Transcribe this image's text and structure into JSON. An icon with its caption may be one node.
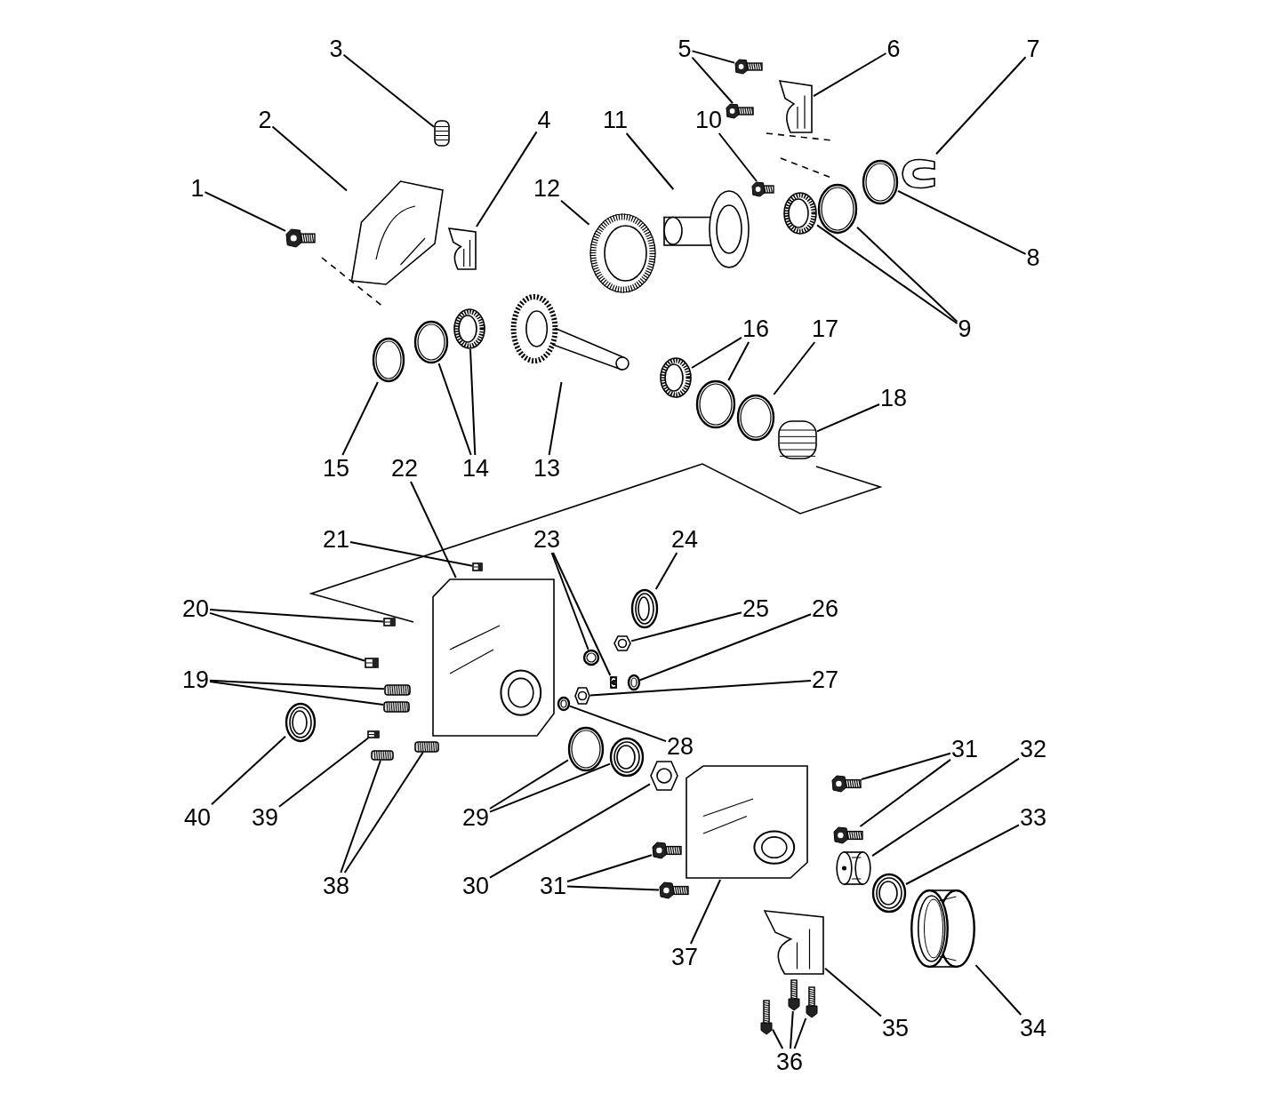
{
  "diagram": {
    "nodes": [
      {
        "text": [
          "1"
        ]
      },
      {
        "text": [],
        "shape": "picture"
      },
      {
        "text": [
          "2"
        ]
      },
      {
        "text": [],
        "shape": "picture"
      },
      {
        "text": [
          "3"
        ]
      },
      {
        "text": [],
        "shape": "picture"
      },
      {
        "text": [
          "4"
        ]
      },
      {
        "text": [],
        "shape": "picture"
      },
      {
        "text": [
          "5"
        ]
      },
      {
        "text": [],
        "shape": "picture"
      },
      {
        "text": [],
        "shape": "picture"
      },
      {
        "text": [
          "6"
        ]
      },
      {
        "text": [],
        "shape": "picture"
      },
      {
        "text": [
          "7"
        ]
      },
      {
        "text": [],
        "shape": "picture"
      },
      {
        "text": [
          "8"
        ]
      },
      {
        "text": [],
        "shape": "picture"
      },
      {
        "text": [
          "9"
        ]
      },
      {
        "text": [],
        "shape": "picture"
      },
      {
        "text": [],
        "shape": "picture"
      },
      {
        "text": [
          "10"
        ]
      },
      {
        "text": [],
        "shape": "picture"
      },
      {
        "text": [
          "11"
        ]
      },
      {
        "text": [],
        "shape": "picture"
      },
      {
        "text": [
          "12"
        ]
      },
      {
        "text": [],
        "shape": "picture"
      },
      {
        "text": [
          "13"
        ]
      },
      {
        "text": [],
        "shape": "picture"
      },
      {
        "text": [
          "14"
        ]
      },
      {
        "text": [],
        "shape": "picture"
      },
      {
        "text": [],
        "shape": "picture"
      },
      {
        "text": [
          "15"
        ]
      },
      {
        "text": [],
        "shape": "picture"
      },
      {
        "text": [
          "16"
        ]
      },
      {
        "text": [],
        "shape": "picture"
      },
      {
        "text": [],
        "shape": "picture"
      },
      {
        "text": [
          "17"
        ]
      },
      {
        "text": [],
        "shape": "picture"
      },
      {
        "text": [
          "18"
        ]
      },
      {
        "text": [],
        "shape": "picture"
      },
      {
        "text": [
          "19"
        ]
      },
      {
        "text": [],
        "shape": "picture"
      },
      {
        "text": [],
        "shape": "picture"
      },
      {
        "text": [
          "20"
        ]
      },
      {
        "text": [],
        "shape": "picture"
      },
      {
        "text": [],
        "shape": "picture"
      },
      {
        "text": [
          "21"
        ]
      },
      {
        "text": [],
        "shape": "picture"
      },
      {
        "text": [
          "22"
        ]
      },
      {
        "text": [],
        "shape": "picture"
      },
      {
        "text": [
          "23"
        ]
      },
      {
        "text": [],
        "shape": "picture"
      },
      {
        "text": [],
        "shape": "picture"
      },
      {
        "text": [
          "24"
        ]
      },
      {
        "text": [],
        "shape": "picture"
      },
      {
        "text": [
          "25"
        ]
      },
      {
        "text": [],
        "shape": "picture"
      },
      {
        "text": [
          "26"
        ]
      },
      {
        "text": [],
        "shape": "picture"
      },
      {
        "text": [
          "27"
        ]
      },
      {
        "text": [],
        "shape": "picture"
      },
      {
        "text": [
          "28"
        ]
      },
      {
        "text": [],
        "shape": "picture"
      },
      {
        "text": [
          "29"
        ]
      },
      {
        "text": [],
        "shape": "picture"
      },
      {
        "text": [],
        "shape": "picture"
      },
      {
        "text": [
          "30"
        ]
      },
      {
        "text": [],
        "shape": "picture"
      },
      {
        "text": [
          "31"
        ]
      },
      {
        "text": [],
        "shape": "picture"
      },
      {
        "text": [],
        "shape": "picture"
      },
      {
        "text": [
          "32"
        ]
      },
      {
        "text": [],
        "shape": "picture"
      },
      {
        "text": [
          "33"
        ]
      },
      {
        "text": [],
        "shape": "picture"
      },
      {
        "text": [
          "34"
        ]
      },
      {
        "text": [],
        "shape": "picture"
      },
      {
        "text": [
          "35"
        ]
      },
      {
        "text": [],
        "shape": "picture"
      },
      {
        "text": [
          "36"
        ]
      },
      {
        "text": [],
        "shape": "picture"
      },
      {
        "text": [],
        "shape": "picture"
      },
      {
        "text": [],
        "shape": "picture"
      },
      {
        "text": [
          "37"
        ]
      },
      {
        "text": [],
        "shape": "picture"
      },
      {
        "text": [
          "38"
        ]
      },
      {
        "text": [],
        "shape": "picture"
      },
      {
        "text": [],
        "shape": "picture"
      },
      {
        "text": [
          "39"
        ]
      },
      {
        "text": [],
        "shape": "picture"
      },
      {
        "text": [
          "40"
        ]
      },
      {
        "text": [],
        "shape": "picture"
      },
      {
        "text": [
          "31"
        ]
      },
      {
        "text": [],
        "shape": "picture"
      },
      {
        "text": [],
        "shape": "picture"
      }
    ],
    "edges": [
      {
        "from": 0,
        "to": 1,
        "arrow": "none"
      },
      {
        "from": 2,
        "to": 3,
        "arrow": "none"
      },
      {
        "from": 4,
        "to": 5,
        "arrow": "none"
      },
      {
        "from": 6,
        "to": 7,
        "arrow": "none"
      },
      {
        "from": 8,
        "to": 9,
        "arrow": "none"
      },
      {
        "from": 8,
        "to": 10,
        "arrow": "none"
      },
      {
        "from": 11,
        "to": 12,
        "arrow": "none"
      },
      {
        "from": 13,
        "to": 14,
        "arrow": "none"
      },
      {
        "from": 15,
        "to": 16,
        "arrow": "none"
      },
      {
        "from": 17,
        "to": 18,
        "arrow": "none"
      },
      {
        "from": 17,
        "to": 19,
        "arrow": "none"
      },
      {
        "from": 20,
        "to": 21,
        "arrow": "none"
      },
      {
        "from": 22,
        "to": 23,
        "arrow": "none"
      },
      {
        "from": 24,
        "to": 25,
        "arrow": "none"
      },
      {
        "from": 26,
        "to": 27,
        "arrow": "none"
      },
      {
        "from": 28,
        "to": 29,
        "arrow": "none"
      },
      {
        "from": 28,
        "to": 30,
        "arrow": "none"
      },
      {
        "from": 31,
        "to": 32,
        "arrow": "none"
      },
      {
        "from": 33,
        "to": 34,
        "arrow": "none"
      },
      {
        "from": 33,
        "to": 35,
        "arrow": "none"
      },
      {
        "from": 36,
        "to": 37,
        "arrow": "none"
      },
      {
        "from": 38,
        "to": 39,
        "arrow": "none"
      },
      {
        "from": 40,
        "to": 41,
        "arrow": "none"
      },
      {
        "from": 40,
        "to": 42,
        "arrow": "none"
      },
      {
        "from": 43,
        "to": 44,
        "arrow": "none"
      },
      {
        "from": 43,
        "to": 45,
        "arrow": "none"
      },
      {
        "from": 46,
        "to": 47,
        "arrow": "none"
      },
      {
        "from": 48,
        "to": 49,
        "arrow": "none"
      },
      {
        "from": 50,
        "to": 51,
        "arrow": "none"
      },
      {
        "from": 50,
        "to": 52,
        "arrow": "none"
      },
      {
        "from": 53,
        "to": 54,
        "arrow": "none"
      },
      {
        "from": 55,
        "to": 56,
        "arrow": "none"
      },
      {
        "from": 57,
        "to": 58,
        "arrow": "none"
      },
      {
        "from": 59,
        "to": 60,
        "arrow": "none"
      },
      {
        "from": 61,
        "to": 62,
        "arrow": "none"
      },
      {
        "from": 63,
        "to": 64,
        "arrow": "none"
      },
      {
        "from": 63,
        "to": 65,
        "arrow": "none"
      },
      {
        "from": 66,
        "to": 67,
        "arrow": "none"
      },
      {
        "from": 68,
        "to": 69,
        "arrow": "none"
      },
      {
        "from": 68,
        "to": 70,
        "arrow": "none"
      },
      {
        "from": 71,
        "to": 72,
        "arrow": "none"
      },
      {
        "from": 73,
        "to": 74,
        "arrow": "none"
      },
      {
        "from": 75,
        "to": 76,
        "arrow": "none"
      },
      {
        "from": 77,
        "to": 78,
        "arrow": "none"
      },
      {
        "from": 79,
        "to": 80,
        "arrow": "none"
      },
      {
        "from": 79,
        "to": 81,
        "arrow": "none"
      },
      {
        "from": 79,
        "to": 82,
        "arrow": "none"
      },
      {
        "from": 83,
        "to": 84,
        "arrow": "none"
      },
      {
        "from": 85,
        "to": 86,
        "arrow": "none"
      },
      {
        "from": 85,
        "to": 87,
        "arrow": "none"
      },
      {
        "from": 88,
        "to": 89,
        "arrow": "none"
      },
      {
        "from": 90,
        "to": 91,
        "arrow": "none"
      },
      {
        "from": 92,
        "to": 93,
        "arrow": "none"
      },
      {
        "from": 92,
        "to": 94,
        "arrow": "none"
      }
    ]
  }
}
